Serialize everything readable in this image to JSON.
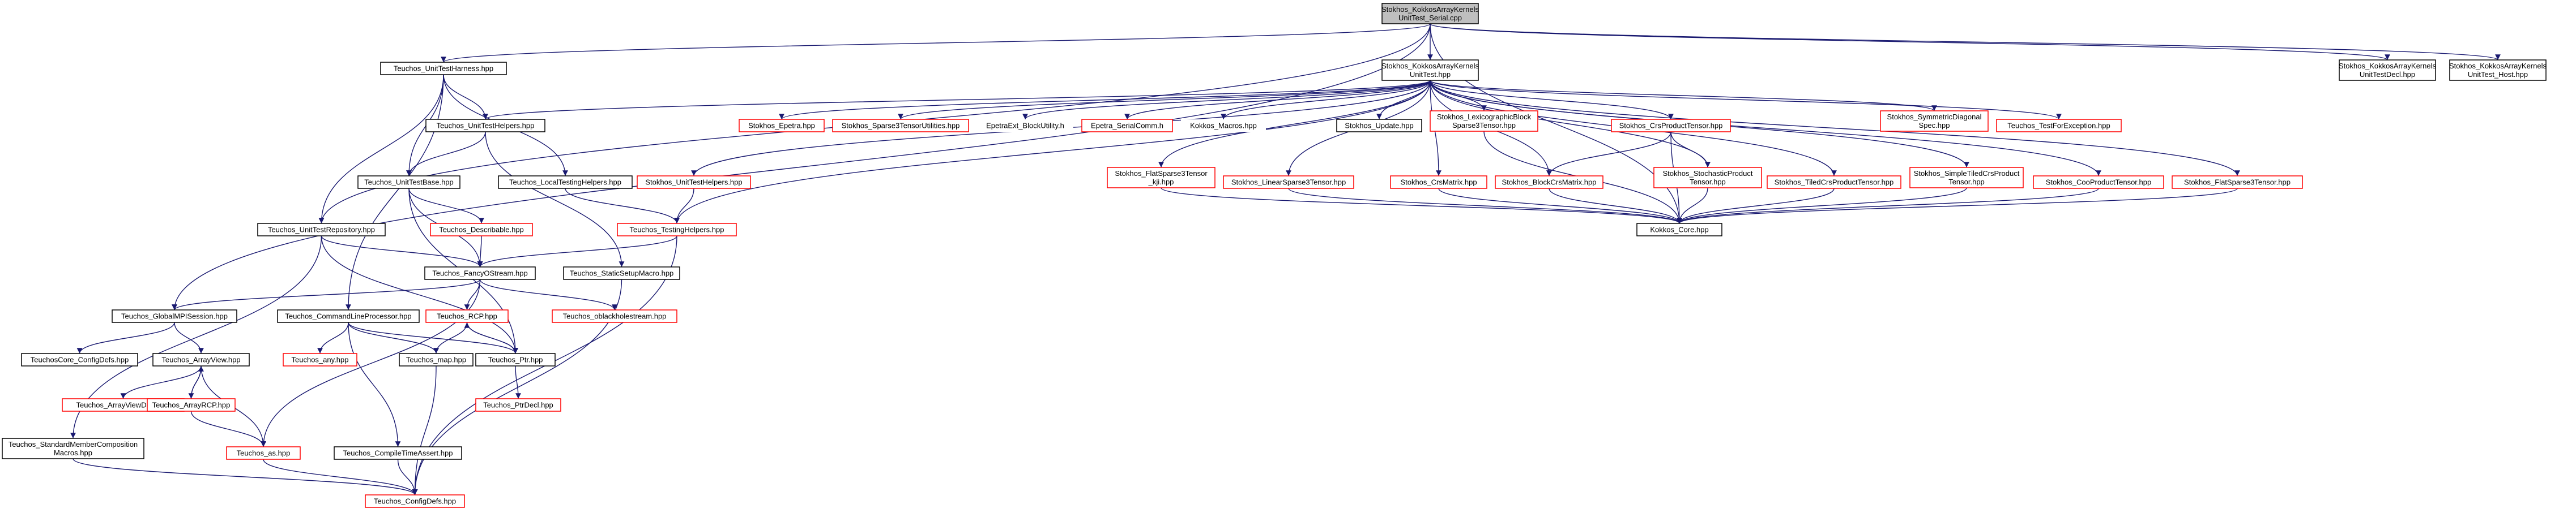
{
  "colors": {
    "edge": "#191970",
    "edge_alt": "#8b0000",
    "root_fill": "#bfbfbf",
    "border_black": "#000000",
    "border_red": "#ff0000"
  },
  "nodes": [
    {
      "id": "root",
      "lines": [
        "Stokhos_KokkosArrayKernels",
        "UnitTest_Serial.cpp"
      ],
      "style": "root"
    },
    {
      "id": "uth",
      "lines": [
        "Teuchos_UnitTestHarness.hpp"
      ],
      "style": "black"
    },
    {
      "id": "kaut",
      "lines": [
        "Stokhos_KokkosArrayKernels",
        "UnitTest.hpp"
      ],
      "style": "black"
    },
    {
      "id": "kdecl",
      "lines": [
        "Stokhos_KokkosArrayKernels",
        "UnitTestDecl.hpp"
      ],
      "style": "black"
    },
    {
      "id": "khost",
      "lines": [
        "Stokhos_KokkosArrayKernels",
        "UnitTest_Host.hpp"
      ],
      "style": "black"
    },
    {
      "id": "uthelpers",
      "lines": [
        "Teuchos_UnitTestHelpers.hpp"
      ],
      "style": "black"
    },
    {
      "id": "epetra",
      "lines": [
        "Stokhos_Epetra.hpp"
      ],
      "style": "red"
    },
    {
      "id": "spt",
      "lines": [
        "Stokhos_Sparse3TensorUtilities.hpp"
      ],
      "style": "red"
    },
    {
      "id": "epetraext",
      "lines": [
        "EpetraExt_BlockUtility.h"
      ],
      "style": "none"
    },
    {
      "id": "serialcomm",
      "lines": [
        "Epetra_SerialComm.h"
      ],
      "style": "red"
    },
    {
      "id": "macros",
      "lines": [
        "Kokkos_Macros.hpp"
      ],
      "style": "none"
    },
    {
      "id": "update",
      "lines": [
        "Stokhos_Update.hpp"
      ],
      "style": "black"
    },
    {
      "id": "lexi",
      "lines": [
        "Stokhos_LexicographicBlock",
        "Sparse3Tensor.hpp"
      ],
      "style": "red"
    },
    {
      "id": "crsprod",
      "lines": [
        "Stokhos_CrsProductTensor.hpp"
      ],
      "style": "red"
    },
    {
      "id": "symdiag",
      "lines": [
        "Stokhos_SymmetricDiagonal",
        "Spec.hpp"
      ],
      "style": "red"
    },
    {
      "id": "tfe",
      "lines": [
        "Teuchos_TestForException.hpp"
      ],
      "style": "red"
    },
    {
      "id": "utbase",
      "lines": [
        "Teuchos_UnitTestBase.hpp"
      ],
      "style": "black"
    },
    {
      "id": "localth",
      "lines": [
        "Teuchos_LocalTestingHelpers.hpp"
      ],
      "style": "black"
    },
    {
      "id": "uth2",
      "lines": [
        "Stokhos_UnitTestHelpers.hpp"
      ],
      "style": "red"
    },
    {
      "id": "flatkji",
      "lines": [
        "Stokhos_FlatSparse3Tensor",
        "_kji.hpp"
      ],
      "style": "red"
    },
    {
      "id": "linear",
      "lines": [
        "Stokhos_LinearSparse3Tensor.hpp"
      ],
      "style": "red"
    },
    {
      "id": "crsmatrix",
      "lines": [
        "Stokhos_CrsMatrix.hpp"
      ],
      "style": "red"
    },
    {
      "id": "blockcrs",
      "lines": [
        "Stokhos_BlockCrsMatrix.hpp"
      ],
      "style": "red"
    },
    {
      "id": "stochprod",
      "lines": [
        "Stokhos_StochasticProduct",
        "Tensor.hpp"
      ],
      "style": "red"
    },
    {
      "id": "tiledcrs",
      "lines": [
        "Stokhos_TiledCrsProductTensor.hpp"
      ],
      "style": "red"
    },
    {
      "id": "simpletiled",
      "lines": [
        "Stokhos_SimpleTiledCrsProduct",
        "Tensor.hpp"
      ],
      "style": "red"
    },
    {
      "id": "cooprod",
      "lines": [
        "Stokhos_CooProductTensor.hpp"
      ],
      "style": "red"
    },
    {
      "id": "flatsparse",
      "lines": [
        "Stokhos_FlatSparse3Tensor.hpp"
      ],
      "style": "red"
    },
    {
      "id": "describable",
      "lines": [
        "Teuchos_Describable.hpp"
      ],
      "style": "red"
    },
    {
      "id": "testhelpers",
      "lines": [
        "Teuchos_TestingHelpers.hpp"
      ],
      "style": "red"
    },
    {
      "id": "kcore",
      "lines": [
        "Kokkos_Core.hpp"
      ],
      "style": "black"
    },
    {
      "id": "utrepo",
      "lines": [
        "Teuchos_UnitTestRepository.hpp"
      ],
      "style": "black"
    },
    {
      "id": "fos",
      "lines": [
        "Teuchos_FancyOStream.hpp"
      ],
      "style": "black"
    },
    {
      "id": "ssm",
      "lines": [
        "Teuchos_StaticSetupMacro.hpp"
      ],
      "style": "black"
    },
    {
      "id": "gmpi",
      "lines": [
        "Teuchos_GlobalMPISession.hpp"
      ],
      "style": "black"
    },
    {
      "id": "clp",
      "lines": [
        "Teuchos_CommandLineProcessor.hpp"
      ],
      "style": "black"
    },
    {
      "id": "rcp",
      "lines": [
        "Teuchos_RCP.hpp"
      ],
      "style": "red"
    },
    {
      "id": "oblack",
      "lines": [
        "Teuchos_oblackholestream.hpp"
      ],
      "style": "red"
    },
    {
      "id": "ccd",
      "lines": [
        "TeuchosCore_ConfigDefs.hpp"
      ],
      "style": "black"
    },
    {
      "id": "arrayview",
      "lines": [
        "Teuchos_ArrayView.hpp"
      ],
      "style": "black"
    },
    {
      "id": "any",
      "lines": [
        "Teuchos_any.hpp"
      ],
      "style": "red"
    },
    {
      "id": "map",
      "lines": [
        "Teuchos_map.hpp"
      ],
      "style": "black"
    },
    {
      "id": "ptr",
      "lines": [
        "Teuchos_Ptr.hpp"
      ],
      "style": "black"
    },
    {
      "id": "avdecl",
      "lines": [
        "Teuchos_ArrayViewDecl.hpp"
      ],
      "style": "red"
    },
    {
      "id": "arcp",
      "lines": [
        "Teuchos_ArrayRCP.hpp"
      ],
      "style": "red"
    },
    {
      "id": "ptrdecl",
      "lines": [
        "Teuchos_PtrDecl.hpp"
      ],
      "style": "red"
    },
    {
      "id": "cta",
      "lines": [
        "Teuchos_CompileTimeAssert.hpp"
      ],
      "style": "black"
    },
    {
      "id": "as",
      "lines": [
        "Teuchos_as.hpp"
      ],
      "style": "red"
    },
    {
      "id": "smc",
      "lines": [
        "Teuchos_StandardMemberComposition",
        "Macros.hpp"
      ],
      "style": "black"
    },
    {
      "id": "configdefs",
      "lines": [
        "Teuchos_ConfigDefs.hpp"
      ],
      "style": "red"
    }
  ],
  "edges": [
    [
      "root",
      "uth"
    ],
    [
      "root",
      "kaut"
    ],
    [
      "root",
      "kdecl"
    ],
    [
      "root",
      "khost"
    ],
    [
      "root",
      "utrepo"
    ],
    [
      "root",
      "gmpi"
    ],
    [
      "root",
      "kcore"
    ],
    [
      "uth",
      "uthelpers"
    ],
    [
      "uth",
      "utbase"
    ],
    [
      "uth",
      "localth"
    ],
    [
      "uth",
      "utrepo"
    ],
    [
      "uth",
      "clp"
    ],
    [
      "kaut",
      "uthelpers"
    ],
    [
      "kaut",
      "epetra"
    ],
    [
      "kaut",
      "spt"
    ],
    [
      "kaut",
      "epetraext"
    ],
    [
      "kaut",
      "serialcomm"
    ],
    [
      "kaut",
      "macros"
    ],
    [
      "kaut",
      "update"
    ],
    [
      "kaut",
      "lexi"
    ],
    [
      "kaut",
      "crsprod"
    ],
    [
      "kaut",
      "symdiag"
    ],
    [
      "kaut",
      "tfe"
    ],
    [
      "kaut",
      "uth2"
    ],
    [
      "kaut",
      "flatkji"
    ],
    [
      "kaut",
      "linear"
    ],
    [
      "kaut",
      "crsmatrix"
    ],
    [
      "kaut",
      "blockcrs"
    ],
    [
      "kaut",
      "stochprod"
    ],
    [
      "kaut",
      "tiledcrs"
    ],
    [
      "kaut",
      "simpletiled"
    ],
    [
      "kaut",
      "cooprod"
    ],
    [
      "kaut",
      "flatsparse"
    ],
    [
      "kaut",
      "testhelpers"
    ],
    [
      "uthelpers",
      "utbase"
    ],
    [
      "uthelpers",
      "ssm"
    ],
    [
      "utbase",
      "describable"
    ],
    [
      "utbase",
      "fos"
    ],
    [
      "utbase",
      "ptr"
    ],
    [
      "localth",
      "testhelpers"
    ],
    [
      "uth2",
      "testhelpers"
    ],
    [
      "testhelpers",
      "fos"
    ],
    [
      "testhelpers",
      "configdefs"
    ],
    [
      "describable",
      "fos"
    ],
    [
      "lexi",
      "kcore"
    ],
    [
      "crsprod",
      "kcore"
    ],
    [
      "crsprod",
      "stochprod"
    ],
    [
      "crsprod",
      "blockcrs"
    ],
    [
      "flatkji",
      "kcore"
    ],
    [
      "linear",
      "kcore"
    ],
    [
      "crsmatrix",
      "kcore"
    ],
    [
      "blockcrs",
      "kcore"
    ],
    [
      "stochprod",
      "kcore"
    ],
    [
      "tiledcrs",
      "kcore"
    ],
    [
      "simpletiled",
      "kcore"
    ],
    [
      "cooprod",
      "kcore"
    ],
    [
      "flatsparse",
      "kcore"
    ],
    [
      "utrepo",
      "fos"
    ],
    [
      "utrepo",
      "ptr"
    ],
    [
      "utrepo",
      "smc"
    ],
    [
      "fos",
      "rcp"
    ],
    [
      "fos",
      "oblack"
    ],
    [
      "fos",
      "gmpi"
    ],
    [
      "fos",
      "as"
    ],
    [
      "ssm",
      "configdefs"
    ],
    [
      "gmpi",
      "ccd"
    ],
    [
      "gmpi",
      "arrayview"
    ],
    [
      "clp",
      "any"
    ],
    [
      "clp",
      "map"
    ],
    [
      "clp",
      "ptr"
    ],
    [
      "clp",
      "cta"
    ],
    [
      "rcp",
      "ptr"
    ],
    [
      "rcp",
      "map"
    ],
    [
      "ptr",
      "rcp"
    ],
    [
      "ptr",
      "ptrdecl"
    ],
    [
      "arrayview",
      "avdecl"
    ],
    [
      "arrayview",
      "arcp"
    ],
    [
      "arrayview",
      "as"
    ],
    [
      "arcp",
      "arrayview"
    ],
    [
      "arcp",
      "as"
    ],
    [
      "map",
      "configdefs"
    ],
    [
      "cta",
      "configdefs"
    ],
    [
      "as",
      "configdefs"
    ],
    [
      "smc",
      "configdefs"
    ]
  ]
}
